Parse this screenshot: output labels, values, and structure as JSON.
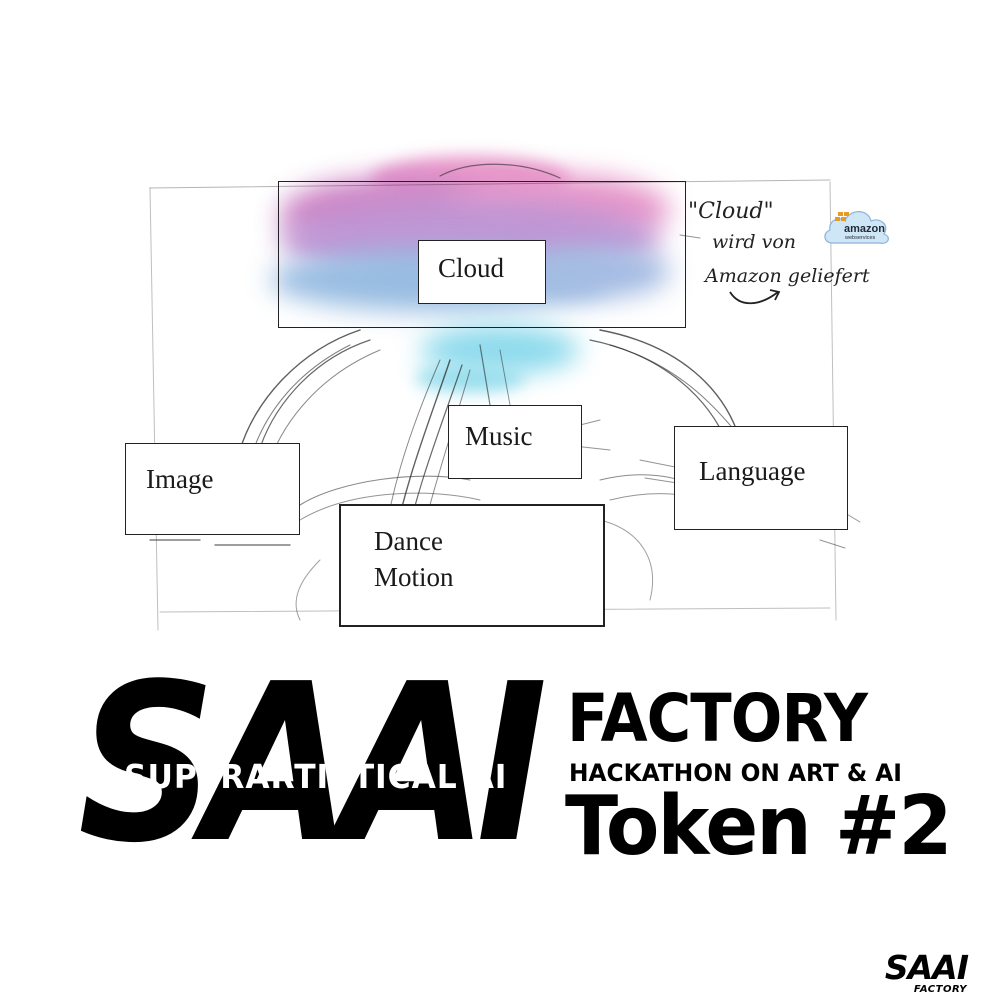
{
  "diagram": {
    "nodes": {
      "cloud": "Cloud",
      "music": "Music",
      "image": "Image",
      "language": "Language",
      "dance_line1": "Dance",
      "dance_line2": "Motion"
    },
    "handwritten_note": {
      "line1": "\"Cloud\"",
      "line2": "wird von",
      "line3": "Amazon geliefert"
    },
    "aws_logo": {
      "line1": "amazon",
      "line2": "webservices"
    }
  },
  "title_block": {
    "big_logo": "SAAI",
    "overlay_text": "SUPERARTISTICAL AI",
    "factory": "FACTORY",
    "hackathon": "HACKATHON ON ART & AI",
    "token": "Token #2"
  },
  "corner_logo": {
    "top": "SAAI",
    "bottom": "FACTORY"
  },
  "colors": {
    "cloud_pink": "#e58cc4",
    "cloud_purple": "#b98bd0",
    "cloud_blue": "#8dc0e2",
    "cloud_cyan": "#7fd6ea",
    "ink": "#1a1a1a"
  }
}
